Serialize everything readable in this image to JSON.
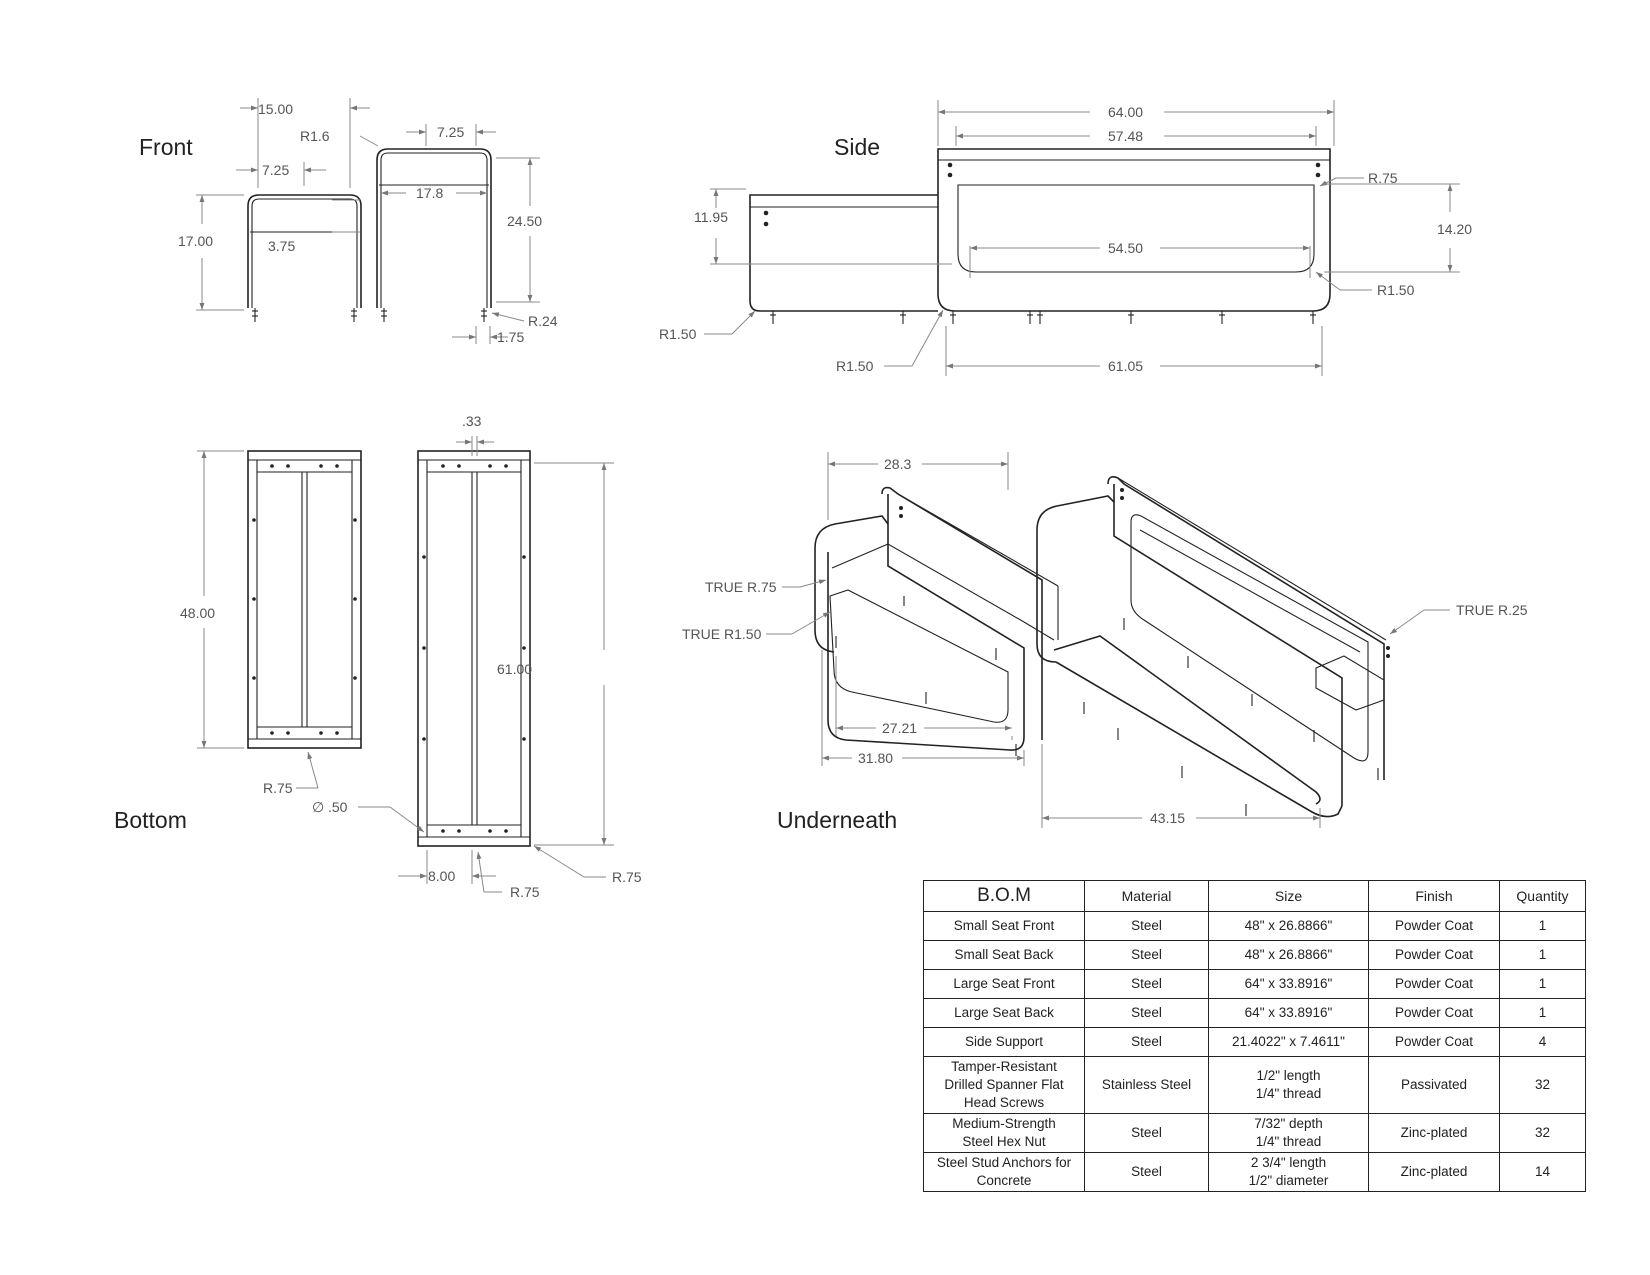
{
  "views": {
    "front": {
      "title": "Front",
      "dims": {
        "d1": "15.00",
        "d2": "R1.6",
        "d3": "7.25",
        "d4": "7.25",
        "d5": "17.8",
        "d6": "17.00",
        "d7": "3.75",
        "d8": "24.50",
        "d9": "R.24",
        "d10": "1.75"
      }
    },
    "side": {
      "title": "Side",
      "dims": {
        "d1": "64.00",
        "d2": "57.48",
        "d3": "R.75",
        "d4": "11.95",
        "d5": "14.20",
        "d6": "54.50",
        "d7": "R1.50",
        "d8": "R1.50",
        "d9": "R1.50",
        "d10": "61.05"
      }
    },
    "bottom": {
      "title": "Bottom",
      "dims": {
        "d1": ".33",
        "d2": "48.00",
        "d3": "61.00",
        "d4": "R.75",
        "d5": ".50",
        "d6": "8.00",
        "d7": "R.75",
        "d8": "R.75"
      },
      "diameter_symbol": "∅"
    },
    "underneath": {
      "title": "Underneath",
      "dims": {
        "d1": "28.3",
        "d2": "TRUE R.75",
        "d3": "TRUE R1.50",
        "d4": "TRUE R.25",
        "d5": "27.21",
        "d6": "31.80",
        "d7": "43.15"
      }
    }
  },
  "bom": {
    "headers": [
      "B.O.M",
      "Material",
      "Size",
      "Finish",
      "Quantity"
    ],
    "rows": [
      {
        "part": [
          "Small Seat Front"
        ],
        "material": "Steel",
        "size": [
          "48\" x 26.8866\""
        ],
        "finish": "Powder Coat",
        "qty": "1"
      },
      {
        "part": [
          "Small Seat Back"
        ],
        "material": "Steel",
        "size": [
          "48\" x 26.8866\""
        ],
        "finish": "Powder Coat",
        "qty": "1"
      },
      {
        "part": [
          "Large Seat Front"
        ],
        "material": "Steel",
        "size": [
          "64\" x 33.8916\""
        ],
        "finish": "Powder Coat",
        "qty": "1"
      },
      {
        "part": [
          "Large Seat Back"
        ],
        "material": "Steel",
        "size": [
          "64\" x 33.8916\""
        ],
        "finish": "Powder Coat",
        "qty": "1"
      },
      {
        "part": [
          "Side Support"
        ],
        "material": "Steel",
        "size": [
          "21.4022\" x 7.4611\""
        ],
        "finish": "Powder Coat",
        "qty": "4"
      },
      {
        "part": [
          "Tamper-Resistant",
          "Drilled Spanner Flat",
          "Head Screws"
        ],
        "material": "Stainless Steel",
        "size": [
          "1/2\" length",
          "1/4\" thread"
        ],
        "finish": "Passivated",
        "qty": "32"
      },
      {
        "part": [
          "Medium-Strength",
          "Steel Hex Nut"
        ],
        "material": "Steel",
        "size": [
          "7/32\" depth",
          "1/4\" thread"
        ],
        "finish": "Zinc-plated",
        "qty": "32"
      },
      {
        "part": [
          "Steel Stud Anchors for",
          "Concrete"
        ],
        "material": "Steel",
        "size": [
          "2 3/4\" length",
          "1/2\" diameter"
        ],
        "finish": "Zinc-plated",
        "qty": "14"
      }
    ]
  }
}
